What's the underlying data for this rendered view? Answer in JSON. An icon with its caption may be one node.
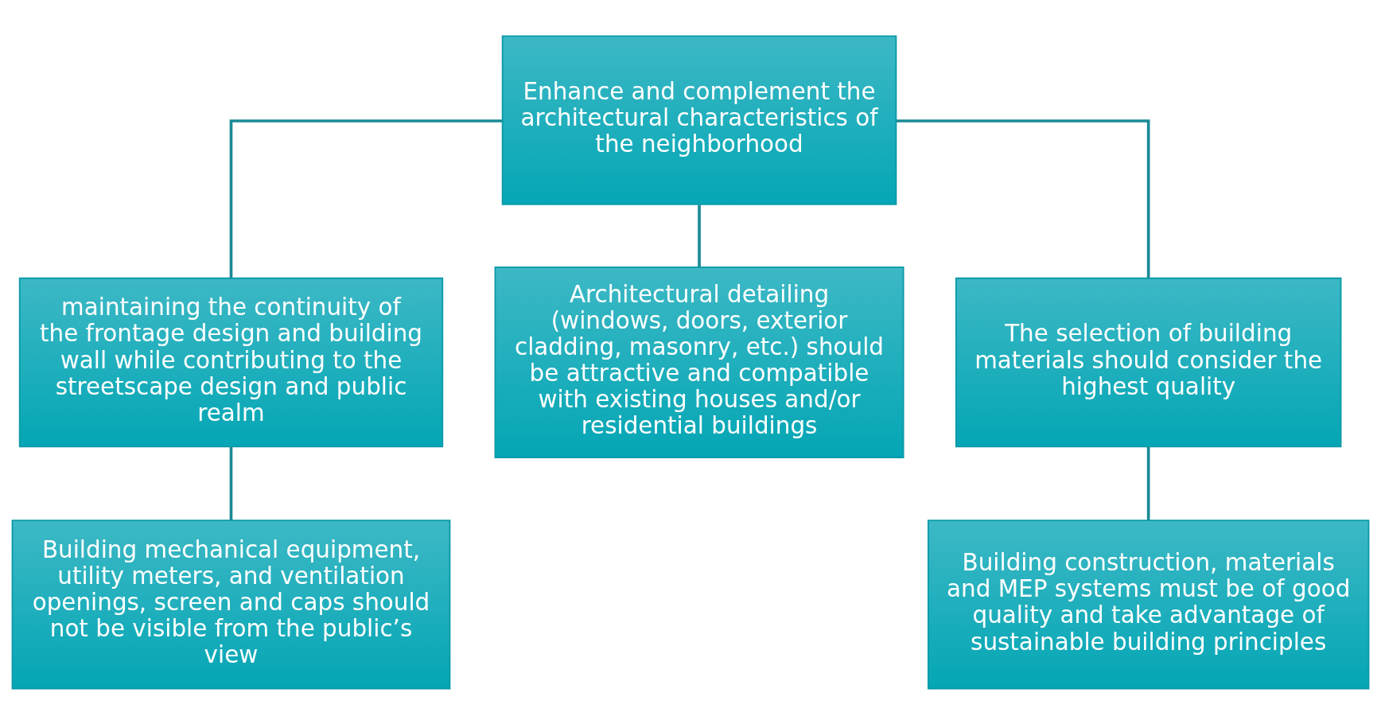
{
  "diagram": {
    "nodes": [
      {
        "text": [
          "Enhance and complement the architectural characteristics of the neighborhood"
        ]
      },
      {
        "text": [
          "maintaining the continuity of the frontage design and building wall while contributing to the streetscape design and public realm"
        ]
      },
      {
        "text": [
          "Architectural detailing (windows, doors, exterior cladding, masonry, etc.) should be attractive and compatible with existing houses and/or residential buildings"
        ]
      },
      {
        "text": [
          "The selection of building materials should consider the highest quality"
        ]
      },
      {
        "text": [
          "Building mechanical equipment, utility meters, and ventilation openings, screen and caps should not be visible from the public’s view"
        ]
      },
      {
        "text": [
          "Building construction, materials and MEP systems must be of good quality and take advantage of sustainable building principles"
        ]
      }
    ],
    "edges": [
      {
        "from": 0,
        "to": 1,
        "arrow": "none"
      },
      {
        "from": 0,
        "to": 2,
        "arrow": "none"
      },
      {
        "from": 0,
        "to": 3,
        "arrow": "none"
      },
      {
        "from": 1,
        "to": 4,
        "arrow": "none"
      },
      {
        "from": 3,
        "to": 5,
        "arrow": "none"
      }
    ]
  }
}
